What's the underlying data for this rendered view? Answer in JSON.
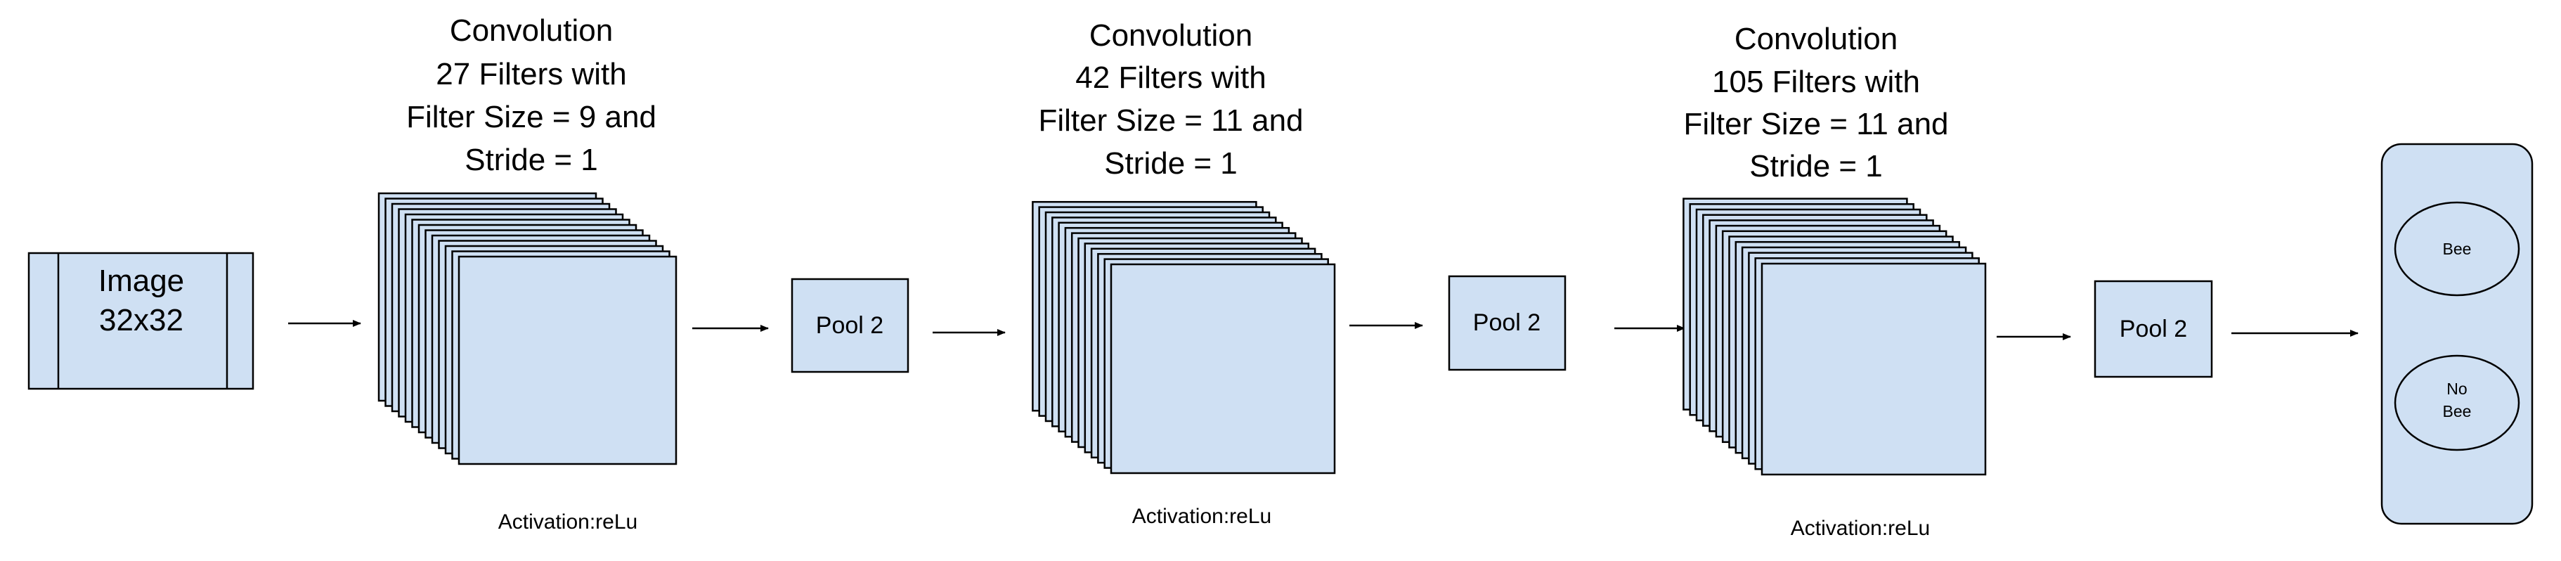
{
  "input": {
    "line1": "Image",
    "line2": "32x32"
  },
  "conv_blocks": [
    {
      "title_lines": [
        "Convolution",
        "27 Filters with",
        "Filter Size = 9 and",
        "Stride = 1"
      ],
      "activation": "Activation:reLu"
    },
    {
      "title_lines": [
        "Convolution",
        "42 Filters with",
        "Filter Size = 11 and",
        "Stride = 1"
      ],
      "activation": "Activation:reLu"
    },
    {
      "title_lines": [
        "Convolution",
        "105 Filters with",
        "Filter Size = 11 and",
        "Stride = 1"
      ],
      "activation": "Activation:reLu"
    }
  ],
  "pool_blocks": [
    {
      "label": "Pool 2"
    },
    {
      "label": "Pool 2"
    },
    {
      "label": "Pool 2"
    }
  ],
  "output": {
    "classes": [
      {
        "lines": [
          "Bee"
        ]
      },
      {
        "lines": [
          "No",
          "Bee"
        ]
      }
    ]
  },
  "colors": {
    "fill": "#cfe0f3",
    "stroke": "#000000",
    "background": "#ffffff"
  }
}
